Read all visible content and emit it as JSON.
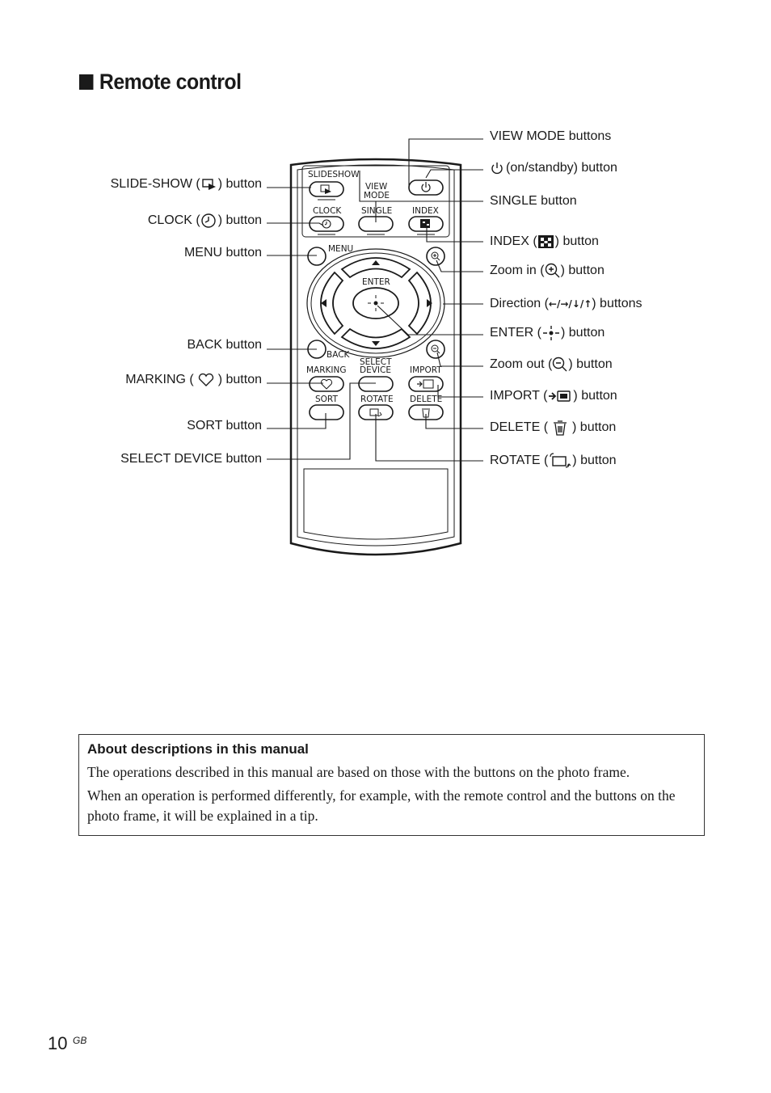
{
  "section": {
    "title": "Remote control"
  },
  "remote": {
    "printed_labels": {
      "slideshow": "SLIDESHOW",
      "view_mode_1": "VIEW",
      "view_mode_2": "MODE",
      "clock": "CLOCK",
      "single": "SINGLE",
      "index": "INDEX",
      "menu": "MENU",
      "enter": "ENTER",
      "back": "BACK",
      "select_1": "SELECT",
      "select_2": "DEVICE",
      "marking": "MARKING",
      "import": "IMPORT",
      "sort": "SORT",
      "rotate": "ROTATE",
      "delete": "DELETE"
    }
  },
  "callouts": {
    "left": {
      "slideshow_pre": "SLIDE-SHOW (",
      "slideshow_post": ") button",
      "clock_pre": "CLOCK (",
      "clock_post": ") button",
      "menu": "MENU button",
      "back": "BACK button",
      "marking_pre": "MARKING (",
      "marking_post": ") button",
      "sort": "SORT button",
      "select_device": "SELECT DEVICE button"
    },
    "right": {
      "view_mode": "VIEW MODE buttons",
      "power_post": "(on/standby) button",
      "single": "SINGLE button",
      "index_pre": "INDEX (",
      "index_post": ") button",
      "zoom_in_pre": "Zoom in (",
      "zoom_in_post": ") button",
      "direction_pre": "Direction (",
      "direction_arrows": "←/→/↓/↑",
      "direction_post": ") buttons",
      "enter_pre": "ENTER (",
      "enter_post": ") button",
      "zoom_out_pre": "Zoom out (",
      "zoom_out_post": ") button",
      "import_pre": "IMPORT (",
      "import_post": ") button",
      "delete_pre": "DELETE (",
      "delete_post": ") button",
      "rotate_pre": "ROTATE (",
      "rotate_post": ") button"
    }
  },
  "note": {
    "heading": "About descriptions in this manual",
    "paragraph1": "The operations described in this manual are based on those with the buttons on the photo frame.",
    "paragraph2": "When an operation is performed differently, for example, with the remote control and the buttons on the photo frame, it will be explained in a tip."
  },
  "footer": {
    "page_number": "10",
    "page_suffix": "GB"
  }
}
